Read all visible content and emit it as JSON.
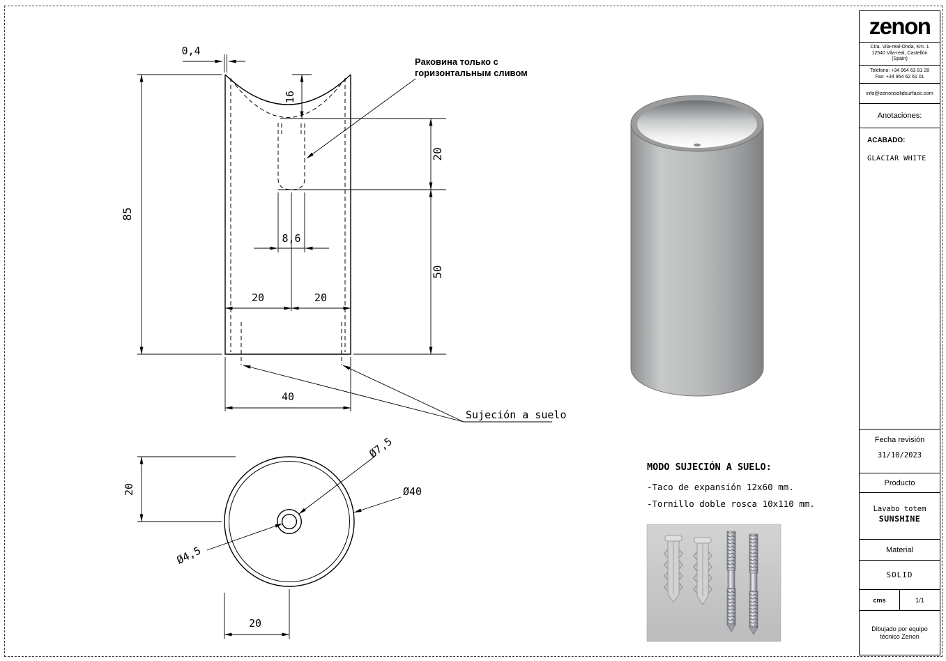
{
  "front_view": {
    "dim_wall": "0,4",
    "dim_basin_depth": "16",
    "dim_height": "85",
    "dim_drain_top": "20",
    "dim_drain_bottom": "50",
    "dim_drain_width": "8,6",
    "dim_half_left": "20",
    "dim_half_right": "20",
    "dim_width": "40",
    "annotation_ru_1": "Раковина только с",
    "annotation_ru_2": "горизонтальным сливом",
    "floor_label": "Sujeción a suelo"
  },
  "plan_view": {
    "dim_center_v": "20",
    "dim_center_h": "20",
    "dia_drain": "Ø7,5",
    "dia_outer": "Ø40",
    "dia_hole": "Ø4,5"
  },
  "fixation": {
    "title": "MODO SUJECIÓN A SUELO:",
    "item1": "-Taco de expansión 12x60 mm.",
    "item2": "-Tornillo doble rosca 10x110 mm."
  },
  "title_block": {
    "logo": "zenon",
    "address1": "Ctra. Vila-real-Onda, Km. 1",
    "address2": "12540 Vila-real, Castellón",
    "address3": "(Spain)",
    "phone": "Teléfono: +34 964 63 81 28",
    "fax": "Fax: +34 964 62 61 01",
    "email": "info@zenonsolidsurface.com",
    "annotations_label": "Anotaciones:",
    "finish_label": "ACABADO:",
    "finish_value": "GLACIAR WHITE",
    "revision_label": "Fecha revisión",
    "revision_date": "31/10/2023",
    "product_label": "Producto",
    "product_line1": "Lavabo totem",
    "product_line2": "SUNSHINE",
    "material_label": "Material",
    "material_value": "SOLID",
    "units": "cms",
    "sheet": "1/1",
    "credit1": "Dibujado por equipo",
    "credit2": "técnico Zenon"
  }
}
